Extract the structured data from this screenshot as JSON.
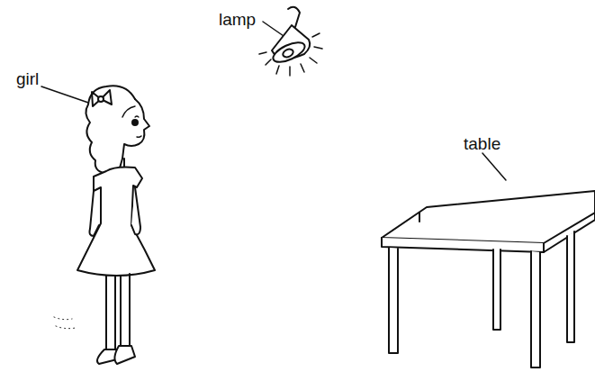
{
  "diagram": {
    "labels": [
      "lamp",
      "girl",
      "table"
    ]
  }
}
